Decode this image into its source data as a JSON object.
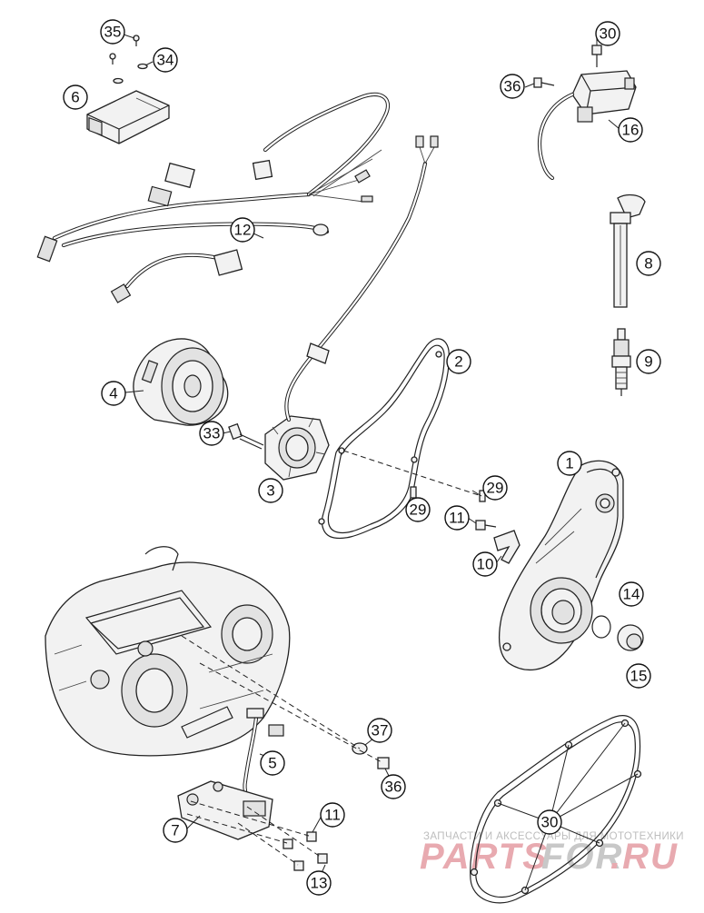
{
  "callouts": [
    {
      "id": "c35",
      "label": "35"
    },
    {
      "id": "c34",
      "label": "34"
    },
    {
      "id": "c6",
      "label": "6"
    },
    {
      "id": "c12",
      "label": "12"
    },
    {
      "id": "c30a",
      "label": "30"
    },
    {
      "id": "c36a",
      "label": "36"
    },
    {
      "id": "c16",
      "label": "16"
    },
    {
      "id": "c8",
      "label": "8"
    },
    {
      "id": "c9",
      "label": "9"
    },
    {
      "id": "c2",
      "label": "2"
    },
    {
      "id": "c4",
      "label": "4"
    },
    {
      "id": "c33",
      "label": "33"
    },
    {
      "id": "c3",
      "label": "3"
    },
    {
      "id": "c1",
      "label": "1"
    },
    {
      "id": "c29a",
      "label": "29"
    },
    {
      "id": "c29b",
      "label": "29"
    },
    {
      "id": "c11a",
      "label": "11"
    },
    {
      "id": "c10",
      "label": "10"
    },
    {
      "id": "c14",
      "label": "14"
    },
    {
      "id": "c15",
      "label": "15"
    },
    {
      "id": "c37",
      "label": "37"
    },
    {
      "id": "c5",
      "label": "5"
    },
    {
      "id": "c36b",
      "label": "36"
    },
    {
      "id": "c11b",
      "label": "11"
    },
    {
      "id": "c7",
      "label": "7"
    },
    {
      "id": "c13",
      "label": "13"
    },
    {
      "id": "c30b",
      "label": "30"
    }
  ],
  "watermark": {
    "top_text": "ЗАПЧАСТИ И АКСЕССУАРЫ ДЛЯ МОТОТЕХНИКИ",
    "brand_a": "PARTS",
    "brand_b": "FOR",
    "brand_c": ".RU",
    "color_red": "#e8aab0",
    "color_grey": "#c8c8c8"
  }
}
